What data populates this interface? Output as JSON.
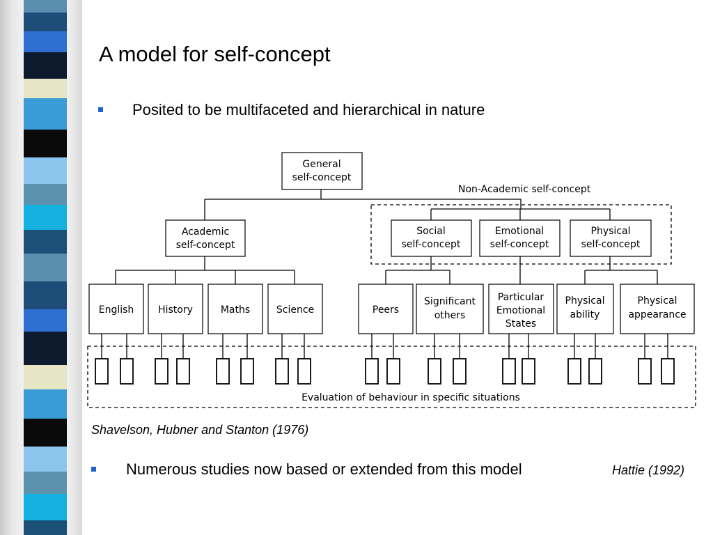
{
  "slide": {
    "title": "A model for self-concept",
    "bullet1": "Posited to be multifaceted and hierarchical in nature",
    "citation1": "Shavelson, Hubner and Stanton (1976)",
    "bullet2": "Numerous studies now based or extended from this model",
    "citation2": "Hattie (1992)"
  },
  "diagram": {
    "root": {
      "lines": [
        "General",
        "self-concept"
      ]
    },
    "non_academic_label": "Non-Academic self-concept",
    "academic": {
      "lines": [
        "Academic",
        "self-concept"
      ]
    },
    "domains": [
      {
        "lines": [
          "Social",
          "self-concept"
        ]
      },
      {
        "lines": [
          "Emotional",
          "self-concept"
        ]
      },
      {
        "lines": [
          "Physical",
          "self-concept"
        ]
      }
    ],
    "subjects": [
      {
        "lines": [
          "English"
        ]
      },
      {
        "lines": [
          "History"
        ]
      },
      {
        "lines": [
          "Maths"
        ]
      },
      {
        "lines": [
          "Science"
        ]
      },
      {
        "lines": [
          "Peers"
        ]
      },
      {
        "lines": [
          "Significant",
          "others"
        ]
      },
      {
        "lines": [
          "Particular",
          "Emotional",
          "States"
        ]
      },
      {
        "lines": [
          "Physical",
          "ability"
        ]
      },
      {
        "lines": [
          "Physical",
          "appearance"
        ]
      }
    ],
    "evaluation_label": "Evaluation of behaviour in specific situations"
  },
  "colors": {
    "bullet": "#1e64c8",
    "stripe": [
      "#5b8fb0",
      "#1d4d78",
      "#2f6fd1",
      "#0e1a2e",
      "#e6e6c4",
      "#3a9bd6",
      "#0a0a0a",
      "#8cc6ef",
      "#5b92ad",
      "#13b0e0",
      "#1c5177"
    ]
  }
}
